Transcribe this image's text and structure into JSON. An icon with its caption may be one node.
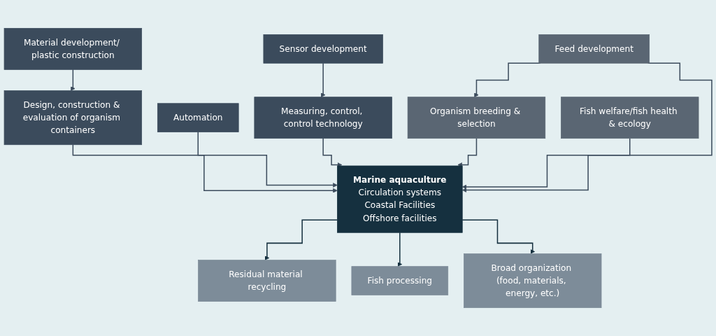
{
  "diagram": {
    "nodes": [
      {
        "text": [
          "Material development/ plastic construction"
        ]
      },
      {
        "text": [
          "Design, construction & evaluation of organism containers"
        ]
      },
      {
        "text": [
          "Automation"
        ]
      },
      {
        "text": [
          "Measuring, control, control technology"
        ]
      },
      {
        "text": [
          "Sensor development"
        ]
      },
      {
        "text": [
          "Marine aquaculture",
          "Circulation systems",
          "Coastal Facilities",
          "Offshore facilities"
        ]
      },
      {
        "text": [
          "Organism breeding & selection"
        ]
      },
      {
        "text": [
          "Fish welfare/fish health & ecology"
        ]
      },
      {
        "text": [
          "Feed development"
        ]
      },
      {
        "text": [
          "Residual material recycling"
        ]
      },
      {
        "text": [
          "Fish processing"
        ]
      },
      {
        "text": [
          "Broad organization (food, materials, energy, etc.)"
        ]
      }
    ],
    "edges": [
      {
        "from": 0,
        "to": 1,
        "arrow": "to"
      },
      {
        "from": 4,
        "to": 3,
        "arrow": "to"
      },
      {
        "from": 1,
        "to": 5,
        "arrow": "to"
      },
      {
        "from": 2,
        "to": 5,
        "arrow": "to"
      },
      {
        "from": 3,
        "to": 5,
        "arrow": "to"
      },
      {
        "from": 6,
        "to": 5,
        "arrow": "to"
      },
      {
        "from": 7,
        "to": 5,
        "arrow": "to"
      },
      {
        "from": 8,
        "to": 5,
        "arrow": "to"
      },
      {
        "from": 8,
        "to": 6,
        "arrow": "to"
      },
      {
        "from": 5,
        "to": 9,
        "arrow": "to",
        "color": "#15303f"
      },
      {
        "from": 5,
        "to": 10,
        "arrow": "to",
        "color": "#15303f"
      },
      {
        "from": 5,
        "to": 11,
        "arrow": "to",
        "color": "#15303f"
      }
    ]
  }
}
